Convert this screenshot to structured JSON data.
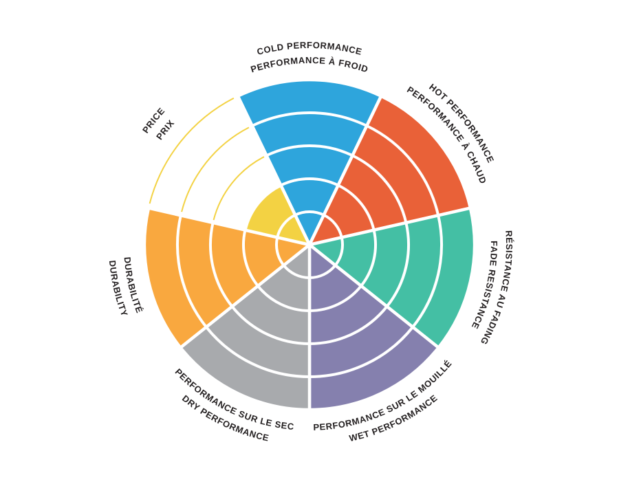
{
  "figure": {
    "background": "#ffffff",
    "description": "Product performance rating wheel"
  },
  "chart_data": {
    "type": "radial-sector-chart",
    "title": "",
    "rings": 5,
    "scale_max": 5,
    "start_angle_deg": 90,
    "direction": "clockwise",
    "text_color": "#231F20",
    "separator_color": "#ffffff",
    "legend": "none",
    "categories": [
      {
        "id": "cold-performance",
        "label_outer": "COLD PERFORMANCE",
        "label_inner": "PERFORMANCE À FROID",
        "value": 5,
        "color": "#2EA5DC"
      },
      {
        "id": "hot-performance",
        "label_outer": "HOT PERFORMANCE",
        "label_inner": "PERFORMANCE À CHAUD",
        "value": 5,
        "color": "#E96138"
      },
      {
        "id": "fade-resistance",
        "label_outer": "RÉSISTANCE AU FADING",
        "label_inner": "FADE RESISTANCE",
        "value": 5,
        "color": "#44BFA4"
      },
      {
        "id": "wet-performance",
        "label_outer": "WET PERFORMANCE",
        "label_inner": "PERFORMANCE SUR LE MOUILLÉ",
        "value": 5,
        "color": "#8580AE"
      },
      {
        "id": "dry-performance",
        "label_outer": "DRY PERFORMANCE",
        "label_inner": "PERFORMANCE SUR LE SEC",
        "value": 5,
        "color": "#A8AAAD"
      },
      {
        "id": "durability",
        "label_outer": "DURABILITY",
        "label_inner": "DURABILITÉ",
        "value": 5,
        "color": "#F9A83F"
      },
      {
        "id": "price",
        "label_outer": "PRICE",
        "label_inner": "PRIX",
        "value": 2,
        "color": "#F3D243"
      }
    ]
  }
}
